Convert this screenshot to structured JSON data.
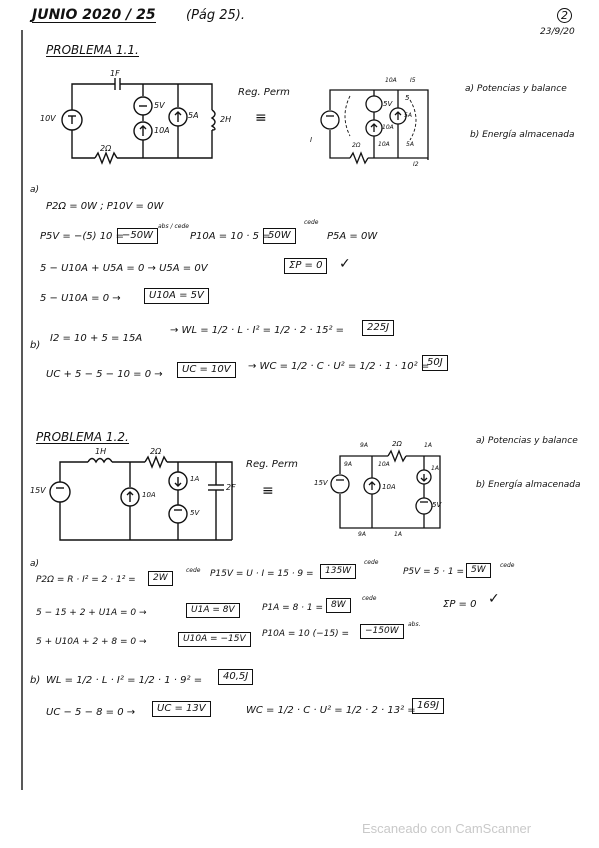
{
  "header": {
    "title": "JUNIO 2020 / 25",
    "page_ref": "(Pág 25).",
    "page_number": "2",
    "date": "23/9/20"
  },
  "problem1": {
    "title": "PROBLEMA 1.1.",
    "regperm": "Reg. Perm",
    "equals": "≡",
    "questions": [
      "a) Potencias y balance",
      "b) Energía almacenada"
    ],
    "circuit_left_labels": [
      "1F",
      "10V",
      "5V",
      "10A",
      "5A",
      "2H",
      "2Ω"
    ],
    "circuit_right_labels": [
      "10A",
      "I5",
      "5V",
      "5",
      "10A",
      "5A",
      "I",
      "10A",
      "5A",
      "2Ω",
      "I2"
    ],
    "part_a_label": "a)",
    "lines": {
      "l1": "P2Ω = 0W  ;  P10V = 0W",
      "l2": "P5V = −(5) 10 =",
      "l2_box": "−50W",
      "l2_note": "abs / cede",
      "l3": "P10A = 10 · 5 =",
      "l3_box": "50W",
      "l3_note": "cede",
      "l4": "P5A = 0W",
      "l5": "5 − U10A + U5A = 0 → U5A = 0V",
      "balance_box": "ΣP = 0",
      "check": "✓",
      "l6": "5 − U10A = 0 →",
      "l6_box": "U10A = 5V"
    },
    "part_b_label": "b)",
    "lines_b": {
      "l1": "I2 = 10 + 5 = 15A",
      "l1b": "→ WL = 1/2 · L · I² = 1/2 · 2 · 15² =",
      "l1b_box": "225J",
      "l2": "UC + 5 − 5 − 10 = 0 →",
      "l2_box": "UC = 10V",
      "l2b": "→ WC = 1/2 · C · U² = 1/2 · 1 · 10² =",
      "l2b_box": "50J"
    }
  },
  "problem2": {
    "title": "PROBLEMA 1.2.",
    "regperm": "Reg. Perm",
    "equals": "≡",
    "questions": [
      "a) Potencias y balance",
      "b) Energía almacenada"
    ],
    "circuit_left_labels": [
      "1H",
      "2Ω",
      "15V",
      "10A",
      "1A",
      "2F",
      "5V"
    ],
    "circuit_right_labels": [
      "9A",
      "2Ω",
      "1A",
      "9A",
      "10A",
      "1A",
      "15V",
      "10A",
      "5V",
      "9A",
      "1A"
    ],
    "part_a_label": "a)",
    "lines": {
      "l1": "P2Ω = R · I² = 2 · 1² =",
      "l1_box": "2W",
      "l1_note": "cede",
      "l2": "P15V = U · I = 15 · 9 =",
      "l2_box": "135W",
      "l2_note": "cede",
      "l3": "P5V = 5 · 1 =",
      "l3_box": "5W",
      "l3_note": "cede",
      "l4": "5 − 15 + 2 + U1A = 0 →",
      "l4_box": "U1A = 8V",
      "l5": "P1A = 8 · 1 =",
      "l5_box": "8W",
      "l5_note": "cede",
      "balance": "ΣP = 0",
      "check": "✓",
      "l6": "5 + U10A + 2 + 8 = 0 →",
      "l6_box": "U10A = −15V",
      "l7": "P10A = 10 (−15) =",
      "l7_box": "−150W",
      "l7_note": "abs."
    },
    "part_b_label": "b)",
    "lines_b": {
      "l1": "WL = 1/2 · L · I² = 1/2 · 1 · 9² =",
      "l1_box": "40,5J",
      "l2": "UC − 5 − 8 = 0 →",
      "l2_box": "UC = 13V",
      "l2b": "WC = 1/2 · C · U² = 1/2 · 2 · 13² =",
      "l2b_box": "169J"
    }
  },
  "watermark": "Escaneado con CamScanner"
}
